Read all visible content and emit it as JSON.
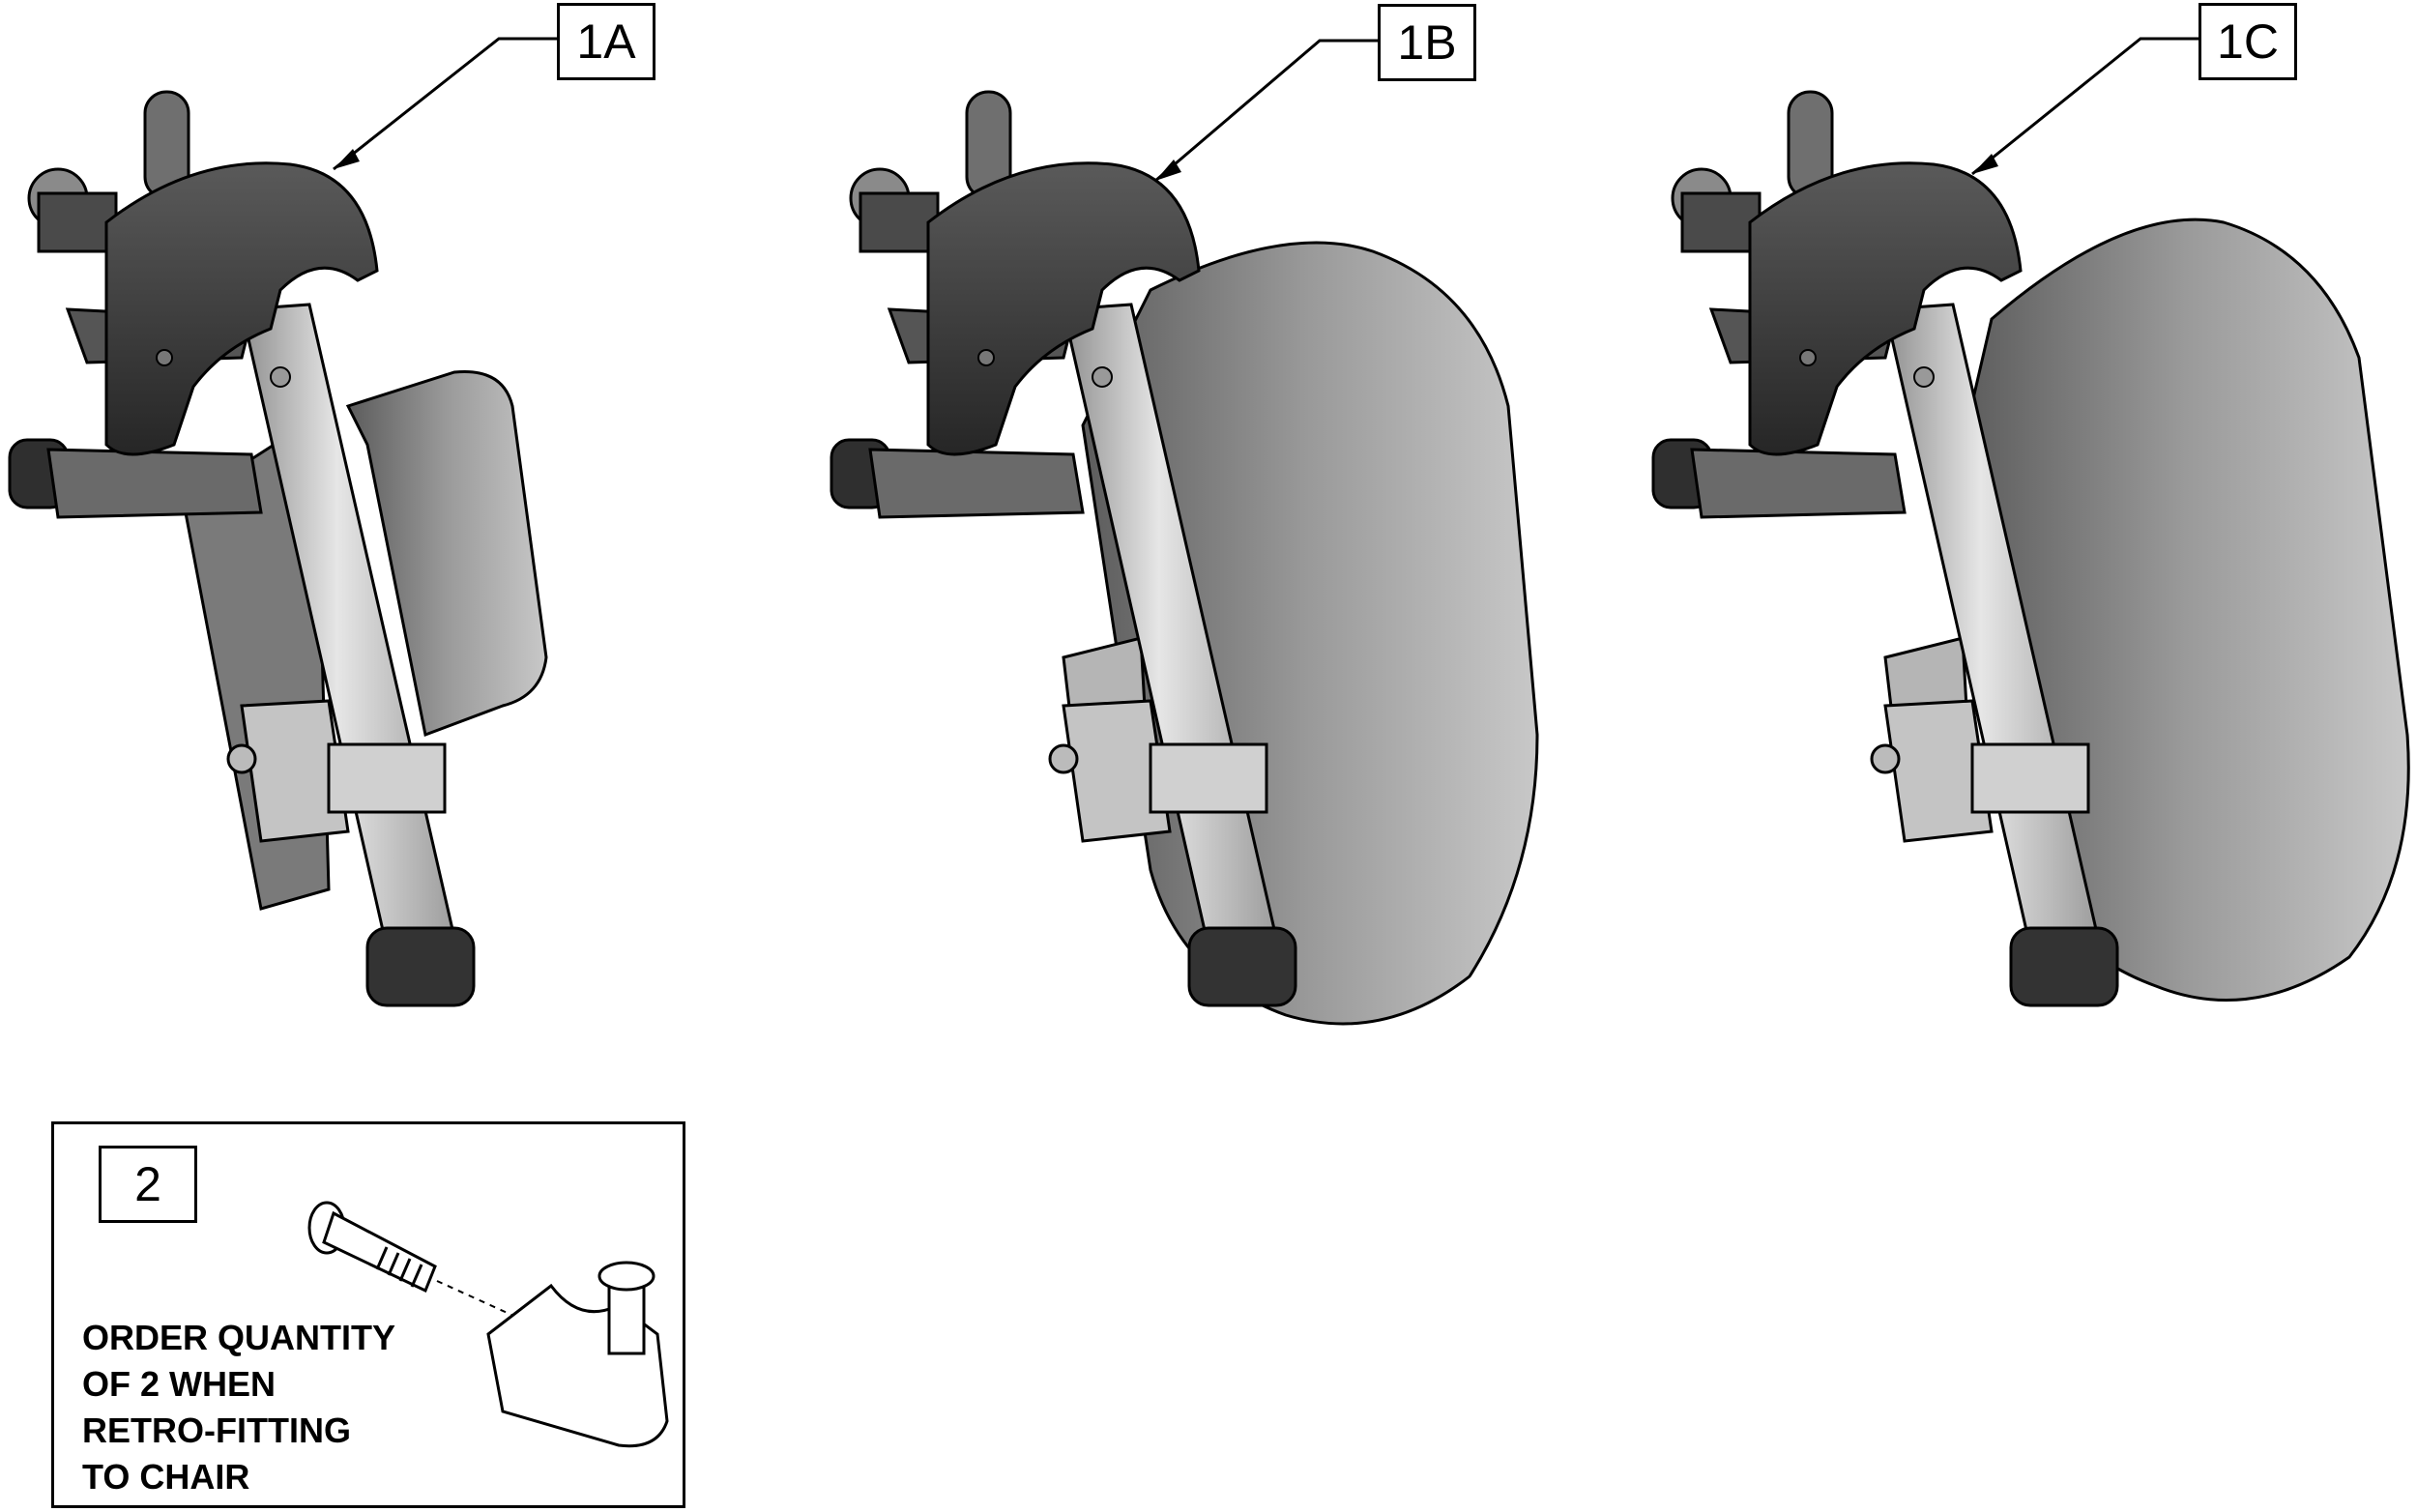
{
  "callouts": {
    "c1a": "1A",
    "c1b": "1B",
    "c1c": "1C",
    "c2": "2"
  },
  "note": {
    "lines": [
      "ORDER QUANTITY",
      "OF 2 WHEN",
      "RETRO-FITTING",
      "TO CHAIR"
    ]
  },
  "colors": {
    "pad_dark": "#3a3a3a",
    "tube": "#bdbdbd",
    "plate": "#8a8a8a",
    "outline": "#000000"
  }
}
